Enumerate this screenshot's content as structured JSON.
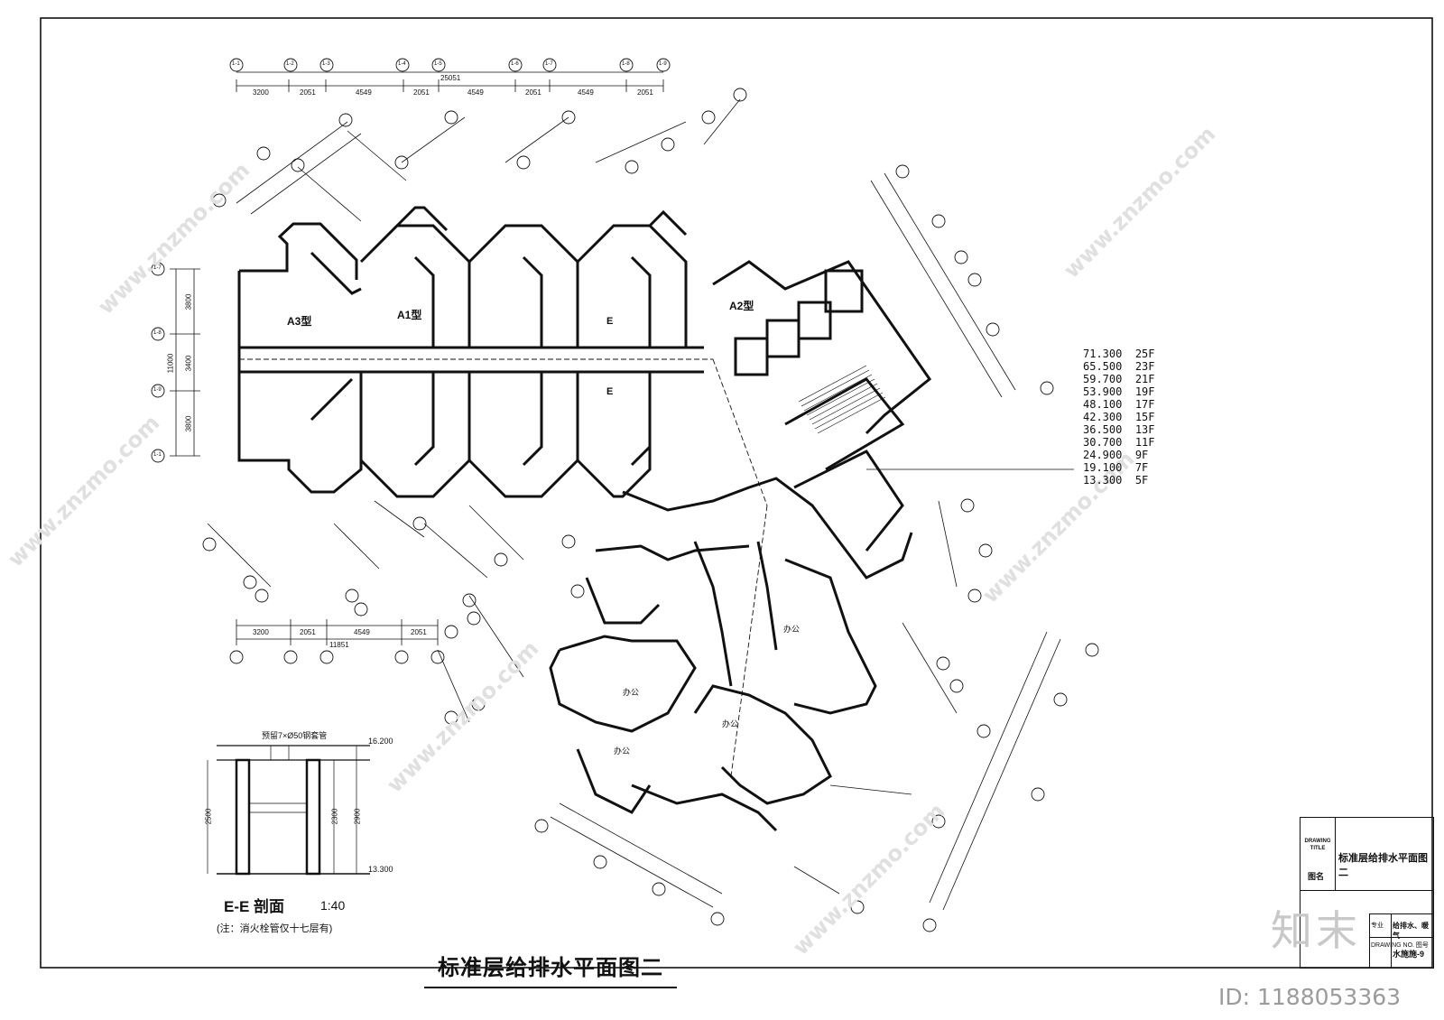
{
  "drawing": {
    "title": "标准层给排水平面图二",
    "unit_types": [
      "A3型",
      "A1型",
      "A2型"
    ],
    "room_label": "办公",
    "section_mark": "E"
  },
  "levels": [
    {
      "elev": "71.300",
      "floor": "25F"
    },
    {
      "elev": "65.500",
      "floor": "23F"
    },
    {
      "elev": "59.700",
      "floor": "21F"
    },
    {
      "elev": "53.900",
      "floor": "19F"
    },
    {
      "elev": "48.100",
      "floor": "17F"
    },
    {
      "elev": "42.300",
      "floor": "15F"
    },
    {
      "elev": "36.500",
      "floor": "13F"
    },
    {
      "elev": "30.700",
      "floor": "11F"
    },
    {
      "elev": "24.900",
      "floor": "9F"
    },
    {
      "elev": "19.100",
      "floor": "7F"
    },
    {
      "elev": "13.300",
      "floor": "5F"
    }
  ],
  "dims": {
    "top": [
      "3200",
      "2051",
      "4549",
      "2051",
      "4549",
      "2051",
      "4549",
      "2051"
    ],
    "top_total": "25051",
    "bottom": [
      "3200",
      "2051",
      "4549",
      "2051"
    ],
    "bottom_total": "11851",
    "left": [
      "3800",
      "3400",
      "3800"
    ],
    "left_total": "11000",
    "left_axes": [
      "1-7",
      "1-8",
      "1-9",
      "1-1"
    ],
    "top_axes": [
      "1-1",
      "1-2",
      "1-3",
      "1-4",
      "1-5",
      "1-6",
      "1-7",
      "1-8",
      "1-9"
    ]
  },
  "section": {
    "title": "E-E 剖面",
    "scale": "1:40",
    "note": "(注：消火栓管仅十七层有)",
    "top_elev": "16.200",
    "bottom_elev": "13.300",
    "pipe_label": "预留7×Ø50钢套管",
    "dims": [
      "2500",
      "2300",
      "2900"
    ]
  },
  "title_block": {
    "label_en": "DRAWING TITLE",
    "label_cn": "图名",
    "drawing_name": "标准层给排水平面图二",
    "spec_label": "专业",
    "spec_value": "给排水、暖气",
    "no_label": "DRAWING NO. 图号",
    "no_value": "水施施-9"
  },
  "watermark": {
    "site": "www.znzmo.com",
    "brand": "知末",
    "id": "ID: 1188053363"
  }
}
